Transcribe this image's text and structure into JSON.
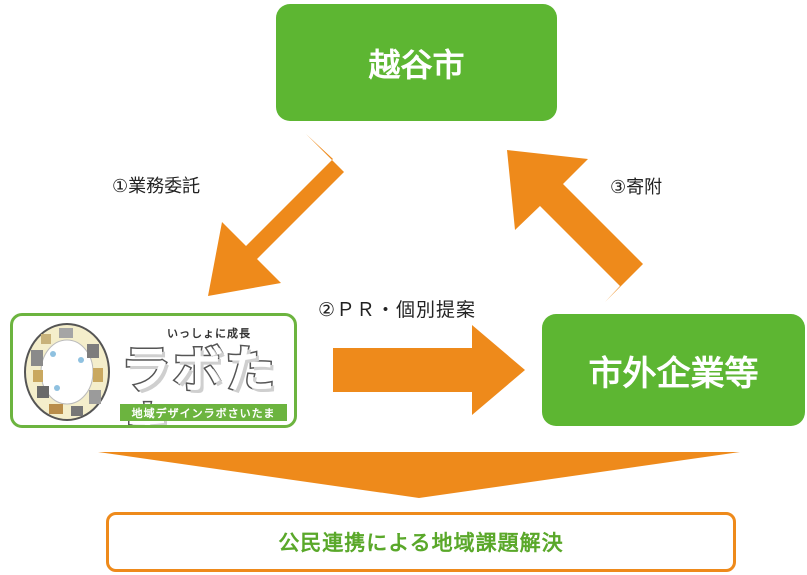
{
  "nodes": {
    "city": "越谷市",
    "company": "市外企業等"
  },
  "logo": {
    "tagline": "いっしょに成長",
    "name": "ラボたま",
    "subtitle": "地域デザインラボさいたま"
  },
  "edges": {
    "outsourcing": "①業務委託",
    "pr_proposal": "②ＰＲ・個別提案",
    "donation": "③寄附"
  },
  "result": "公民連携による地域課題解決",
  "colors": {
    "green": "#5db632",
    "orange": "#ee8a1b"
  }
}
